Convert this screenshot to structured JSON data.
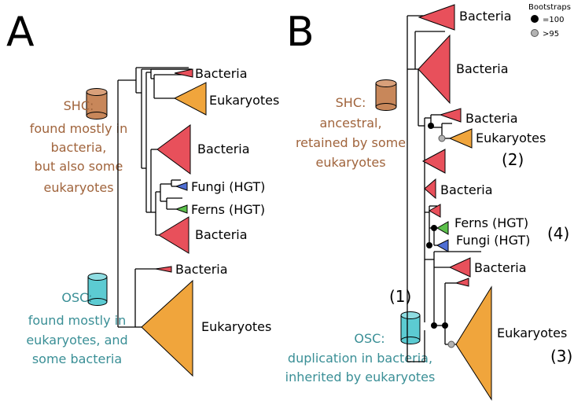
{
  "panels": {
    "a": "A",
    "b": "B"
  },
  "panel_a": {
    "clades": [
      "Bacteria",
      "Eukaryotes",
      "Bacteria",
      "Fungi (HGT)",
      "Ferns (HGT)",
      "Bacteria",
      "Bacteria",
      "Eukaryotes"
    ],
    "shc_text": [
      "SHC:",
      "found mostly in",
      "bacteria,",
      "but also some",
      "eukaryotes"
    ],
    "osc_text": [
      "OSC:",
      "found mostly in",
      "eukaryotes, and",
      "some bacteria"
    ]
  },
  "panel_b": {
    "clades": [
      "Bacteria",
      "Bacteria",
      "Bacteria",
      "Eukaryotes",
      "Bacteria",
      "Ferns (HGT)",
      "Fungi (HGT)",
      "Bacteria",
      "Eukaryotes"
    ],
    "shc_text": [
      "SHC:",
      "ancestral,",
      "retained by some",
      "eukaryotes"
    ],
    "osc_text": [
      "OSC:",
      "duplication in bacteria,",
      "inherited by eukaryotes"
    ],
    "event_numbers": [
      "(1)",
      "(2)",
      "(3)",
      "(4)"
    ]
  },
  "legend": {
    "title": "Bootstraps",
    "items": [
      {
        "label": "=100",
        "color": "#000000"
      },
      {
        "label": ">95",
        "color": "#b3b3b3"
      }
    ]
  },
  "colors": {
    "bacteria": "#e8505b",
    "eukaryotes": "#f0a53c",
    "fungi": "#4f6fd4",
    "ferns": "#5cc04c",
    "shc_cylinder": "#c8875a",
    "osc_cylinder": "#5ccbd2",
    "shc_text": "#a0643c",
    "osc_text": "#3a8f96"
  },
  "icons": [
    "shc-cylinder-icon",
    "osc-cylinder-icon"
  ]
}
